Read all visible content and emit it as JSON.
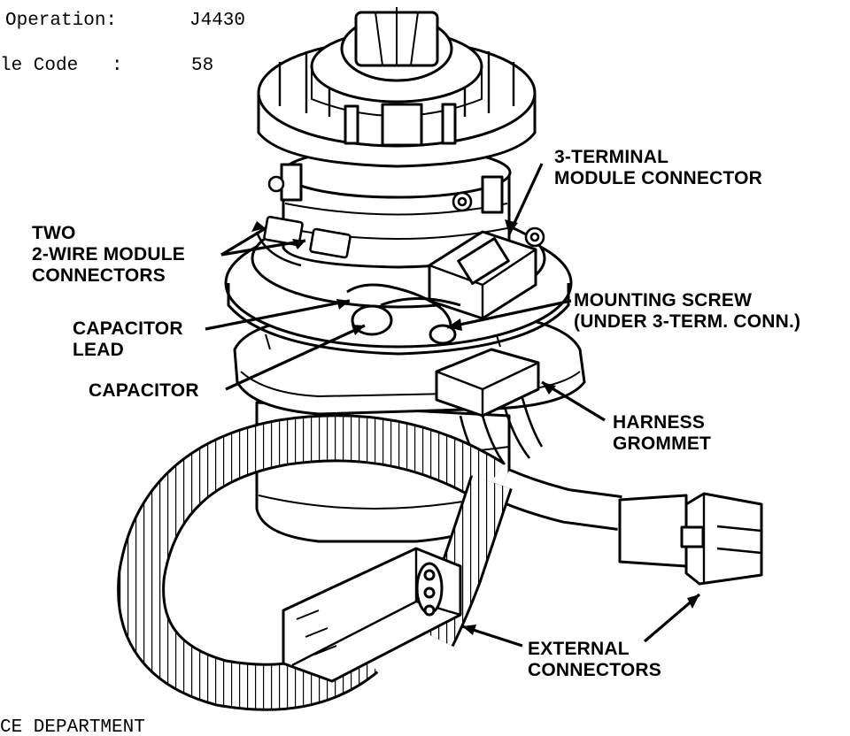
{
  "header": {
    "operation_label": "Operation:",
    "operation_value": "J4430",
    "code_label": "le Code   :",
    "code_value": "58"
  },
  "footer": {
    "department": "CE DEPARTMENT"
  },
  "labels": {
    "three_terminal": [
      "3-TERMINAL",
      "MODULE CONNECTOR"
    ],
    "two_wire": [
      "TWO",
      "2-WIRE MODULE",
      "CONNECTORS"
    ],
    "mounting_screw": [
      "MOUNTING SCREW",
      "(UNDER 3-TERM. CONN.)"
    ],
    "capacitor_lead": [
      "CAPACITOR",
      "LEAD"
    ],
    "capacitor": "CAPACITOR",
    "harness_grommet": [
      "HARNESS",
      "GROMMET"
    ],
    "external_connectors": [
      "EXTERNAL",
      "CONNECTORS"
    ]
  }
}
